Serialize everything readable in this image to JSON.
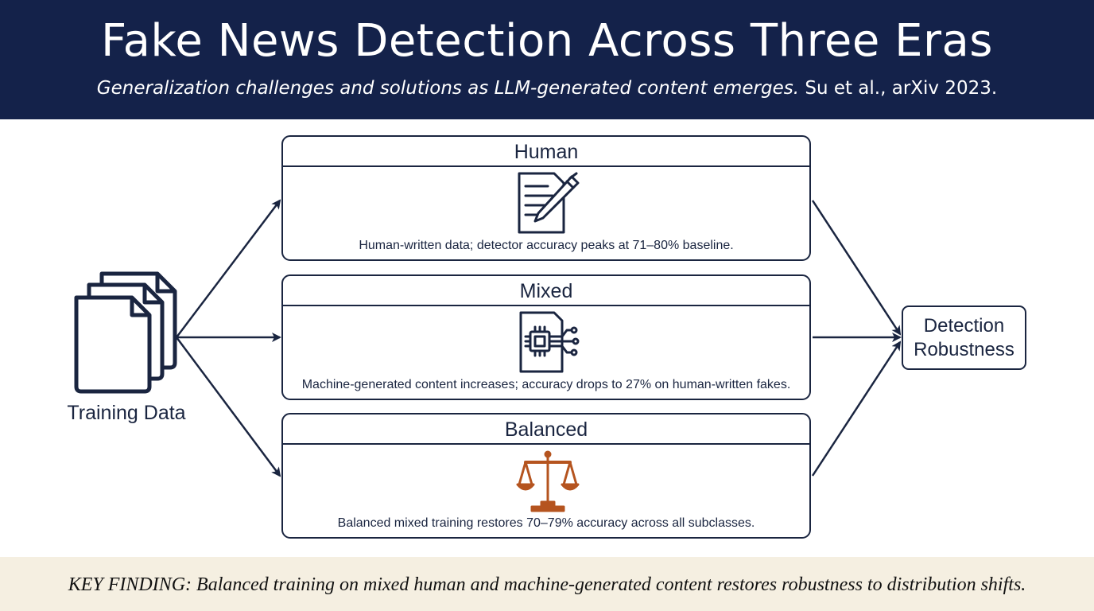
{
  "header": {
    "title": "Fake News Detection Across Three Eras",
    "subtitle_italic": "Generalization challenges and solutions as LLM-generated content emerges.",
    "subtitle_citation": " Su et al., arXiv 2023."
  },
  "source": {
    "label": "Training Data",
    "icon": "stacked-documents-icon"
  },
  "eras": [
    {
      "title": "Human",
      "description": "Human-written data; detector accuracy peaks at 71–80% baseline.",
      "icon": "document-pen-icon"
    },
    {
      "title": "Mixed",
      "description": "Machine-generated content increases; accuracy drops to 27% on human-written fakes.",
      "icon": "document-chip-icon"
    },
    {
      "title": "Balanced",
      "description": "Balanced mixed training restores 70–79% accuracy across all subclasses.",
      "icon": "balance-scale-icon"
    }
  ],
  "outcome": {
    "line1": "Detection",
    "line2": "Robustness"
  },
  "footer": {
    "finding": "KEY FINDING: Balanced training on mixed human and machine-generated content restores robustness to distribution shifts."
  },
  "colors": {
    "header_bg": "#14224a",
    "stroke": "#1a2540",
    "scale_accent": "#b5541f",
    "footer_bg": "#f5efe1"
  }
}
